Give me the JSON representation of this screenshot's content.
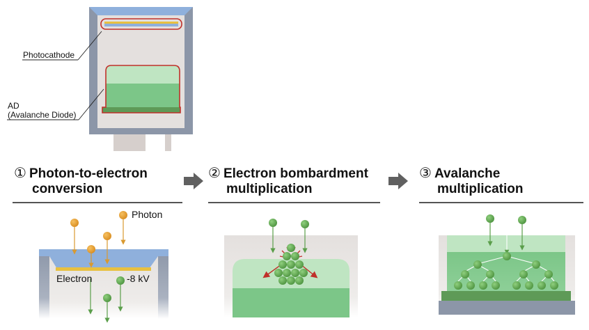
{
  "top_labels": {
    "photocathode": "Photocathode",
    "ad_line1": "AD",
    "ad_line2": "(Avalanche Diode)"
  },
  "steps": [
    {
      "number": "①",
      "line1": "Photon-to-electron",
      "line2": "conversion"
    },
    {
      "number": "②",
      "line1": "Electron bombardment",
      "line2": "multiplication"
    },
    {
      "number": "③",
      "line1": "Avalanche",
      "line2": "multiplication"
    }
  ],
  "panel1": {
    "photon": "Photon",
    "electron": "Electron",
    "voltage": "-8 kV"
  },
  "colors": {
    "photon": "#e8a23a",
    "electron": "#5a9e4a",
    "window_blue": "#8fb0dc",
    "wall_gray": "#8c96a8",
    "body_gray": "#e3dfdd",
    "outline_red": "#c0302a",
    "ad_green": "#7cc688",
    "ad_green_light": "#bfe5c2",
    "arrow_gray": "#606060"
  }
}
